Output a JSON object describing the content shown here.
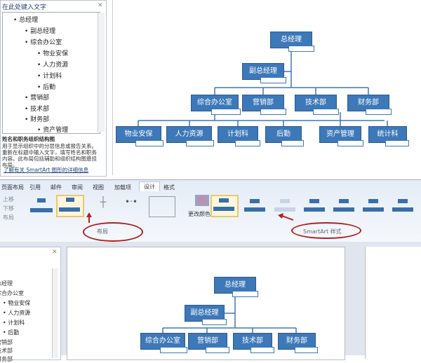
{
  "text_pane": {
    "title": "在此处键入文字",
    "items": [
      {
        "label": "总经理",
        "level": 1
      },
      {
        "label": "副总经理",
        "level": 2
      },
      {
        "label": "综合办公室",
        "level": 2
      },
      {
        "label": "物业安保",
        "level": 3
      },
      {
        "label": "人力资源",
        "level": 3
      },
      {
        "label": "计划科",
        "level": 3
      },
      {
        "label": "后勤",
        "level": 3
      },
      {
        "label": "营销部",
        "level": 2
      },
      {
        "label": "技术部",
        "level": 2
      },
      {
        "label": "财务部",
        "level": 2
      },
      {
        "label": "资产管理",
        "level": 3
      }
    ],
    "desc_title": "姓名和职务组织结构图",
    "desc_body": "用于显示组织中的分层信息或报告关系。重新在标题中输入文字，填写姓名和职务内容。此布局包括辅助和组织结构图悬挂布局。",
    "link": "了解有关 SmartArt 图形的详细信息"
  },
  "chart_top": {
    "ceo": "总经理",
    "vp": "副总经理",
    "depts": [
      "综合办公室",
      "营销部",
      "技术部",
      "财务部"
    ],
    "subs": [
      "物业安保",
      "人力资源",
      "计划科",
      "后勤",
      "资产管理",
      "统计科"
    ]
  },
  "ribbon": {
    "tabs": [
      "页面布局",
      "引用",
      "邮件",
      "审阅",
      "视图",
      "加载项",
      "设计",
      "格式"
    ],
    "active_tab": "设计",
    "left_buttons": [
      "上移",
      "下移",
      "布局"
    ],
    "change_colors": "更改颜色",
    "layout_group": "布局",
    "styles_group": "SmartArt 样式"
  },
  "bottom_pane": {
    "items": [
      "总经理",
      "综合办公室",
      "物业安保",
      "人力资源",
      "计划科",
      "后勤",
      "营销部",
      "技术部",
      "财务部"
    ]
  },
  "chart_bottom": {
    "ceo": "总经理",
    "vp": "副总经理",
    "depts": [
      "综合办公室",
      "营销部",
      "技术部",
      "财务部"
    ]
  },
  "colors": {
    "box": "#3d78b8",
    "annotation": "#b02020"
  }
}
